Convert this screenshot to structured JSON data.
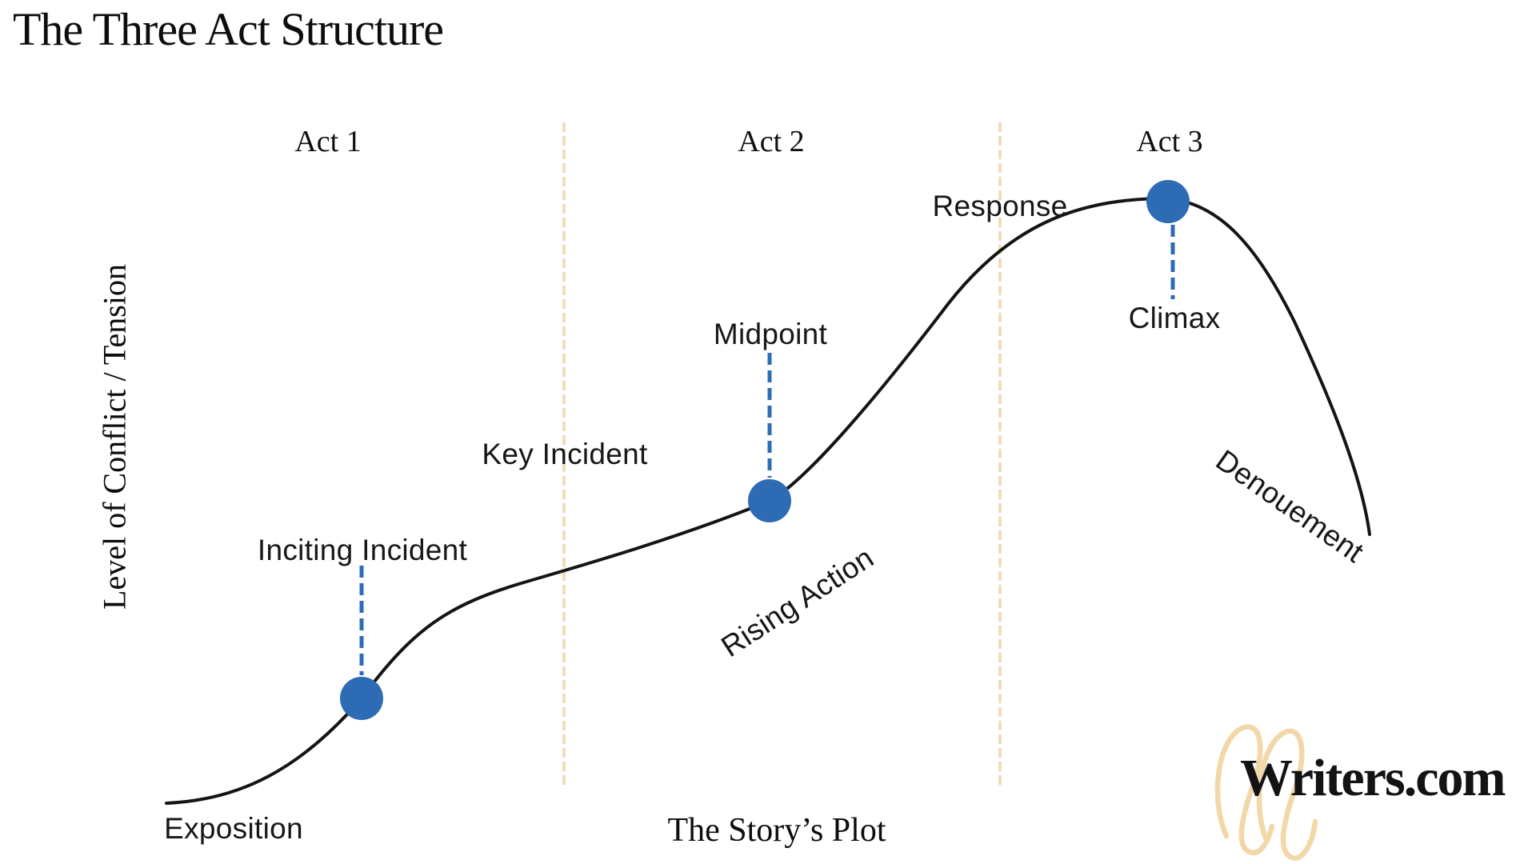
{
  "title": "The Three Act Structure",
  "acts": [
    {
      "label": "Act 1"
    },
    {
      "label": "Act 2"
    },
    {
      "label": "Act 3"
    }
  ],
  "axes": {
    "y_label": "Level of Conflict / Tension",
    "x_label": "The Story’s Plot"
  },
  "plot_points": {
    "exposition": "Exposition",
    "inciting_incident": "Inciting Incident",
    "key_incident": "Key Incident",
    "midpoint": "Midpoint",
    "rising_action": "Rising Action",
    "response": "Response",
    "climax": "Climax",
    "denouement": "Denouement"
  },
  "logo": {
    "text": "Writers.com"
  },
  "colors": {
    "marker_blue": "#2d6cb4",
    "divider_tan": "#f2dcba",
    "curve_black": "#141414",
    "logo_flourish_tan": "#f2d7a9",
    "text_black": "#141414"
  }
}
